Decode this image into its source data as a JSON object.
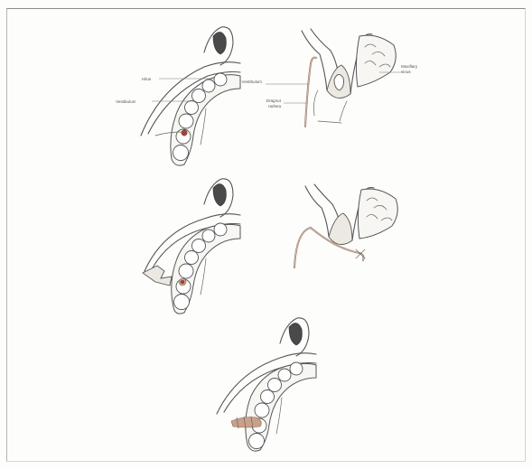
{
  "figure": {
    "labels": {
      "hilus": "Hilus",
      "vestibulum_top": "Vestibulum",
      "vestibulum_right": "Vestibulum",
      "drain_label_line1": "Drägnut",
      "drain_label_line2": "radsea",
      "maxillary_line1": "Maxillary",
      "maxillary_line2": "sinus"
    }
  }
}
